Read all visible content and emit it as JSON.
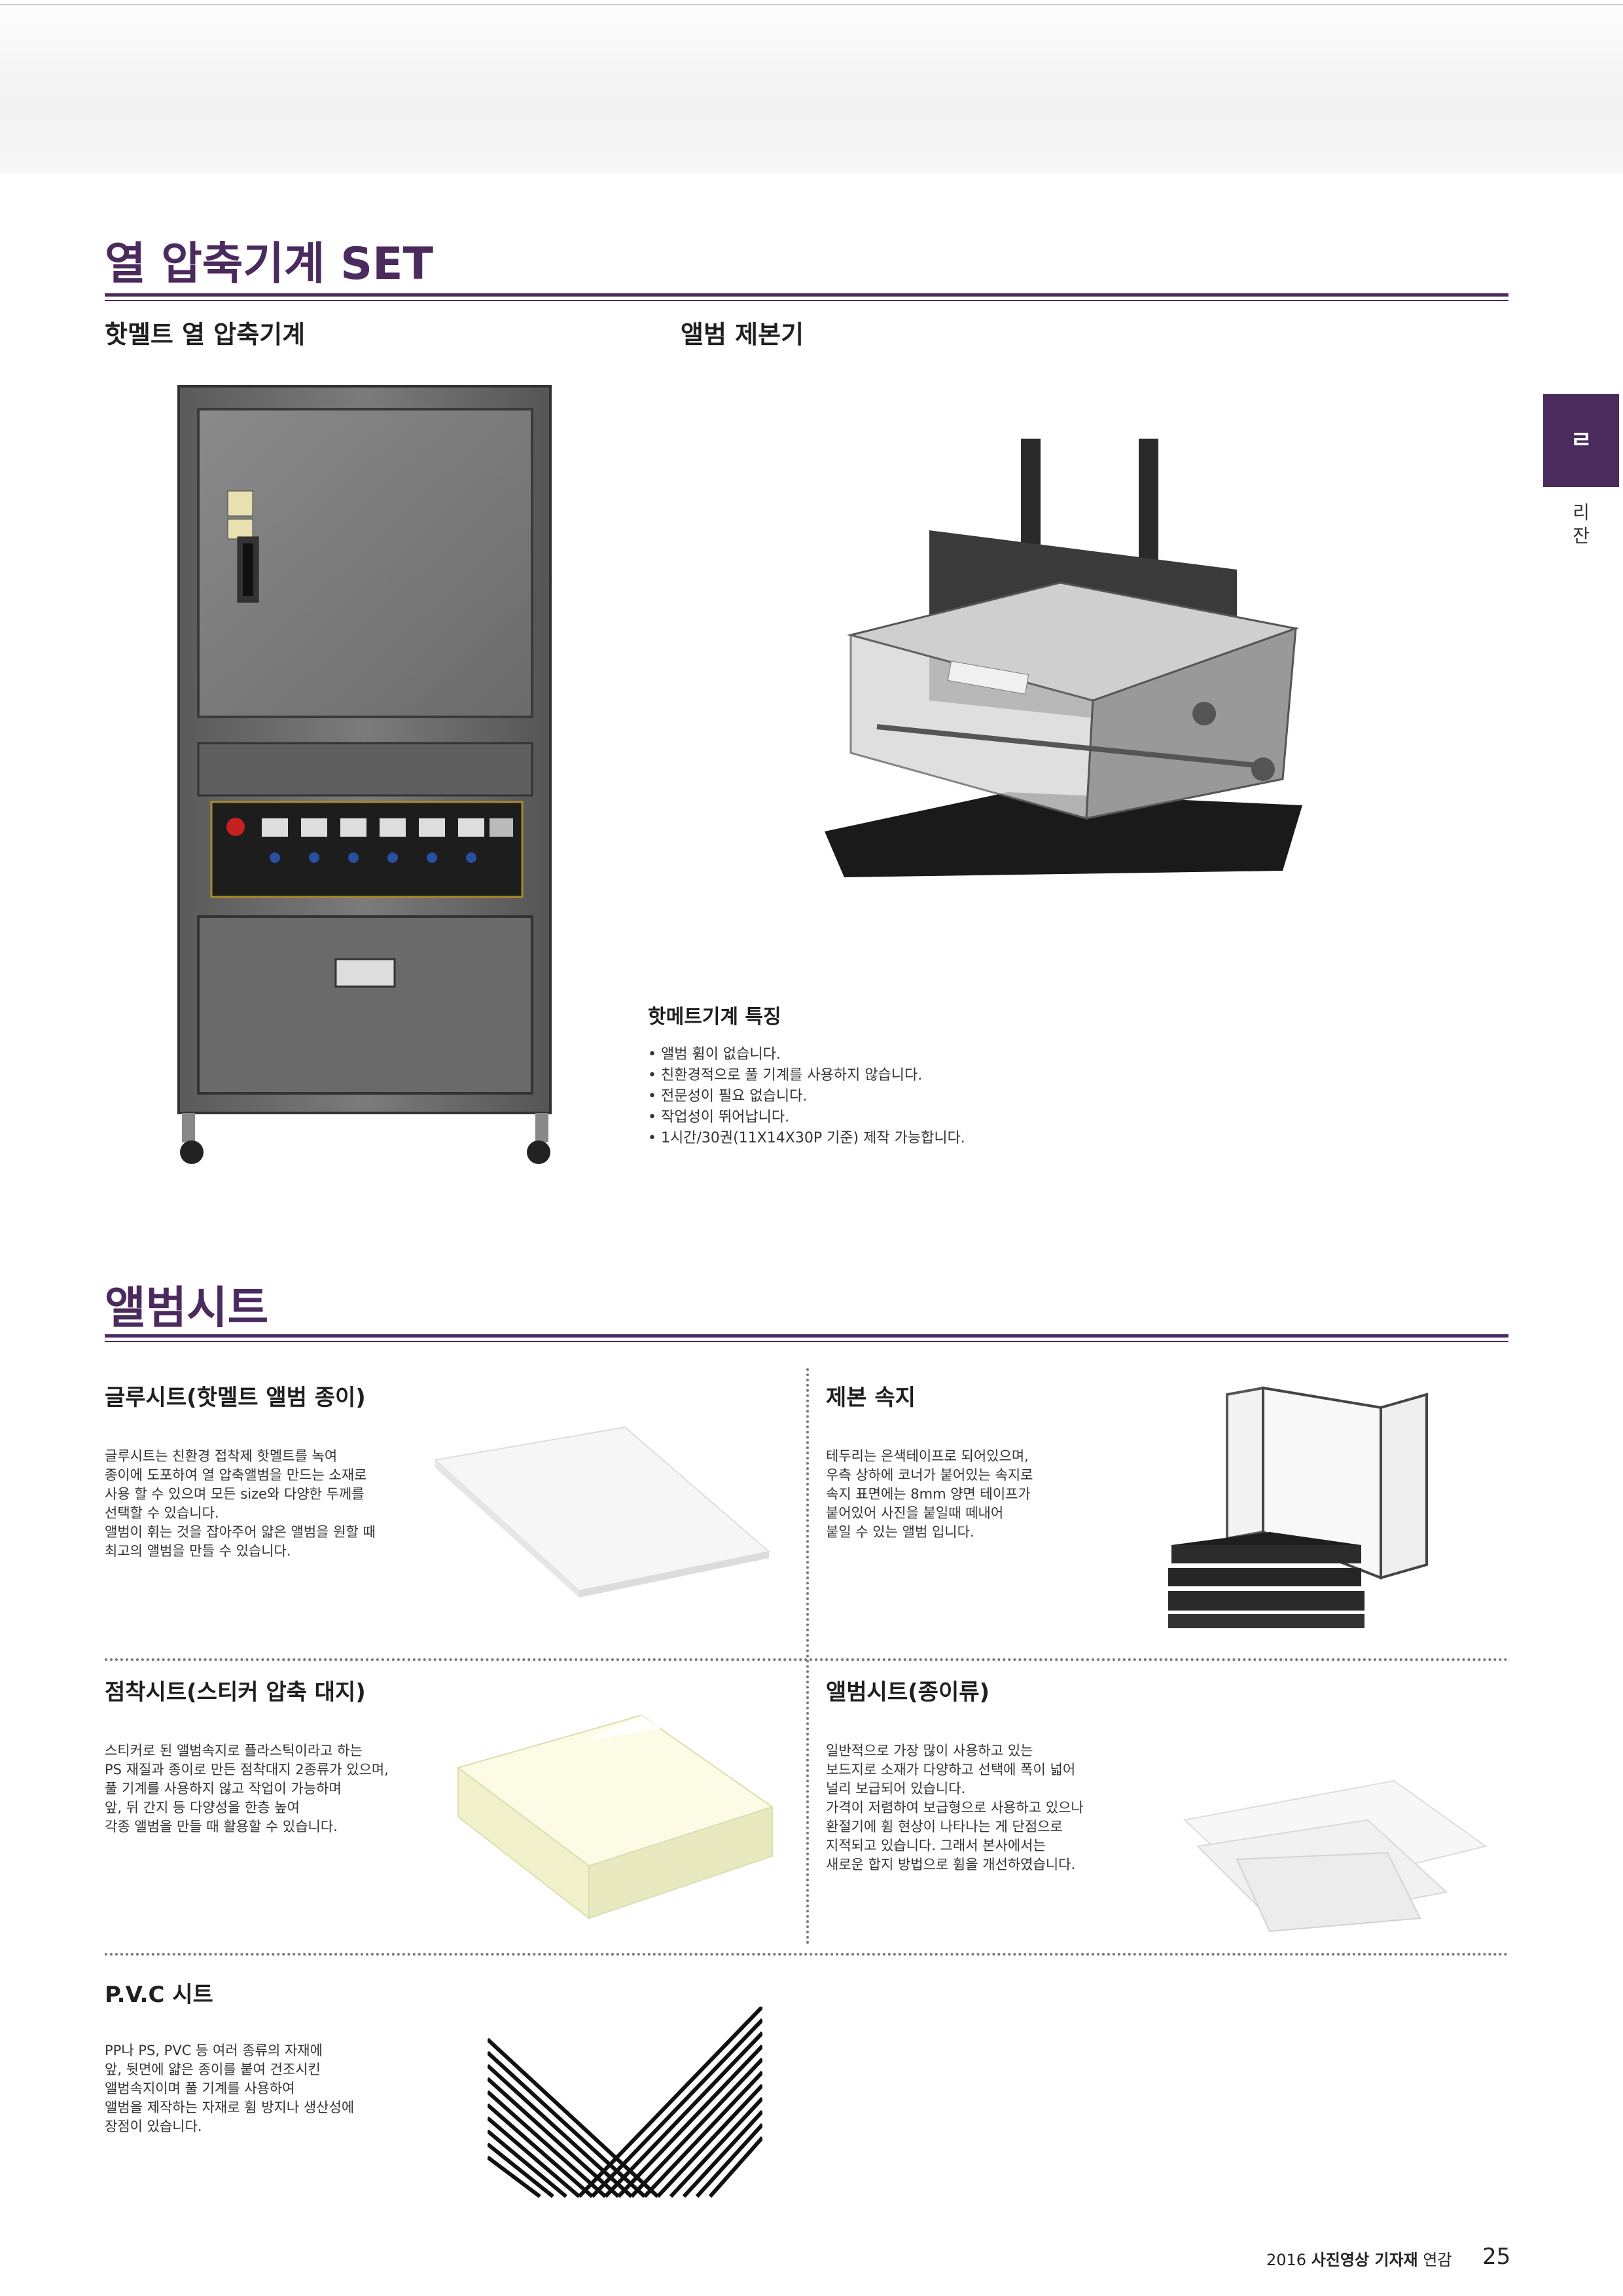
{
  "side_tab": {
    "letter": "ㄹ",
    "label": "리\n잔"
  },
  "section1": {
    "title": "열 압축기계 SET",
    "left_subtitle": "핫멜트 열 압축기계",
    "right_subtitle": "앨범 제본기",
    "features_title": "핫메트기계 특징",
    "features": [
      "앨범 휨이 없습니다.",
      "친환경적으로 풀 기계를 사용하지 않습니다.",
      "전문성이 필요 없습니다.",
      "작업성이 뛰어납니다.",
      "1시간/30권(11X14X30P 기준) 제작 가능합니다."
    ]
  },
  "section2": {
    "title": "앨범시트",
    "items": [
      {
        "title": "글루시트(핫멜트 앨범 종이)",
        "text": "글루시트는 친환경 접착제 핫멜트를 녹여\n종이에 도포하여 열 압축앨범을 만드는 소재로\n사용 할 수 있으며 모든 size와 다양한 두께를\n선택할 수 있습니다.\n앨범이 휘는 것을 잡아주어 얇은 앨범을 원할 때\n최고의 앨범을 만들 수 있습니다."
      },
      {
        "title": "제본 속지",
        "text": "테두리는 은색테이프로 되어있으며,\n우측 상하에 코너가 붙어있는 속지로\n속지 표면에는 8mm 양면 테이프가\n붙어있어 사진을 붙일때 떼내어\n붙일 수 있는 앨범 입니다."
      },
      {
        "title": "점착시트(스티커 압축 대지)",
        "text": "스티커로 된 앨범속지로 플라스틱이라고 하는\nPS 재질과 종이로 만든 점착대지 2종류가 있으며,\n풀 기계를 사용하지 않고 작업이 가능하며\n앞, 뒤 간지 등 다양성을 한층 높여\n각종 앨범을 만들 때 활용할 수 있습니다."
      },
      {
        "title": "앨범시트(종이류)",
        "text": "일반적으로 가장 많이 사용하고 있는\n보드지로 소재가 다양하고 선택에 폭이 넓어\n널리 보급되어 있습니다.\n가격이 저렴하여 보급형으로 사용하고 있으나\n환절기에 휨 현상이 나타나는 게 단점으로\n지적되고 있습니다. 그래서 본사에서는\n새로운 합지 방법으로 휨을 개선하였습니다."
      },
      {
        "title": "P.V.C 시트",
        "text": "PP나 PS, PVC 등 여러 종류의 자재에\n앞, 뒷면에 얇은 종이를 붙여 건조시킨\n앨범속지이며  풀 기계를 사용하여\n앨범을 제작하는 자재로 휨 방지나 생산성에\n장점이 있습니다."
      }
    ]
  },
  "footer": {
    "year": "2016",
    "publication": "사진영상 기자재",
    "suffix": "연감",
    "page": "25"
  }
}
